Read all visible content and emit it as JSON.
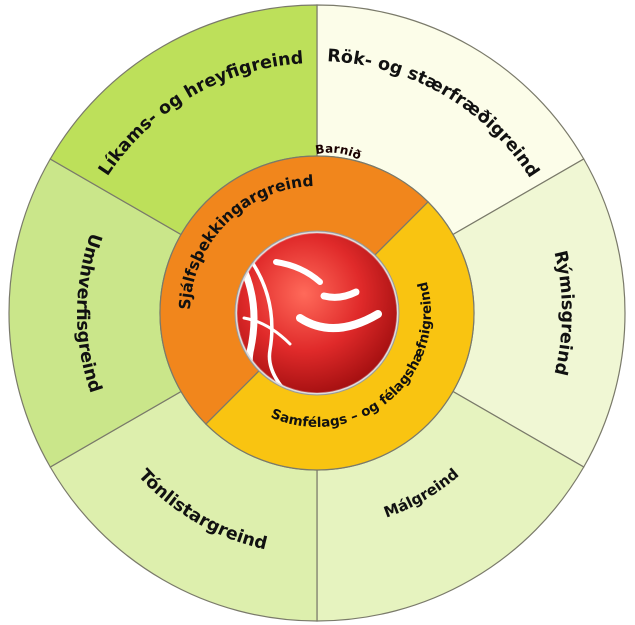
{
  "diagram": {
    "center": {
      "label": "Barnið",
      "color": "#e02a2a"
    },
    "inner_ring": [
      {
        "label": "Sjálfsþekkingargreind",
        "color": "#f1861c"
      },
      {
        "label": "Samfélags – og félagshæfnigreind",
        "color": "#f9c411"
      }
    ],
    "outer_ring": [
      {
        "label": "Rök- og stærfræðigreind",
        "color": "#fcfde9"
      },
      {
        "label": "Rýmisgreind",
        "color": "#f0f7d4"
      },
      {
        "label": "Málgreind",
        "color": "#e6f3bf"
      },
      {
        "label": "Tónlistargreind",
        "color": "#ddefad"
      },
      {
        "label": "Umhverfisgreind",
        "color": "#cae68a"
      },
      {
        "label": "Líkams- og hreyfigreind",
        "color": "#bde05a"
      }
    ]
  }
}
